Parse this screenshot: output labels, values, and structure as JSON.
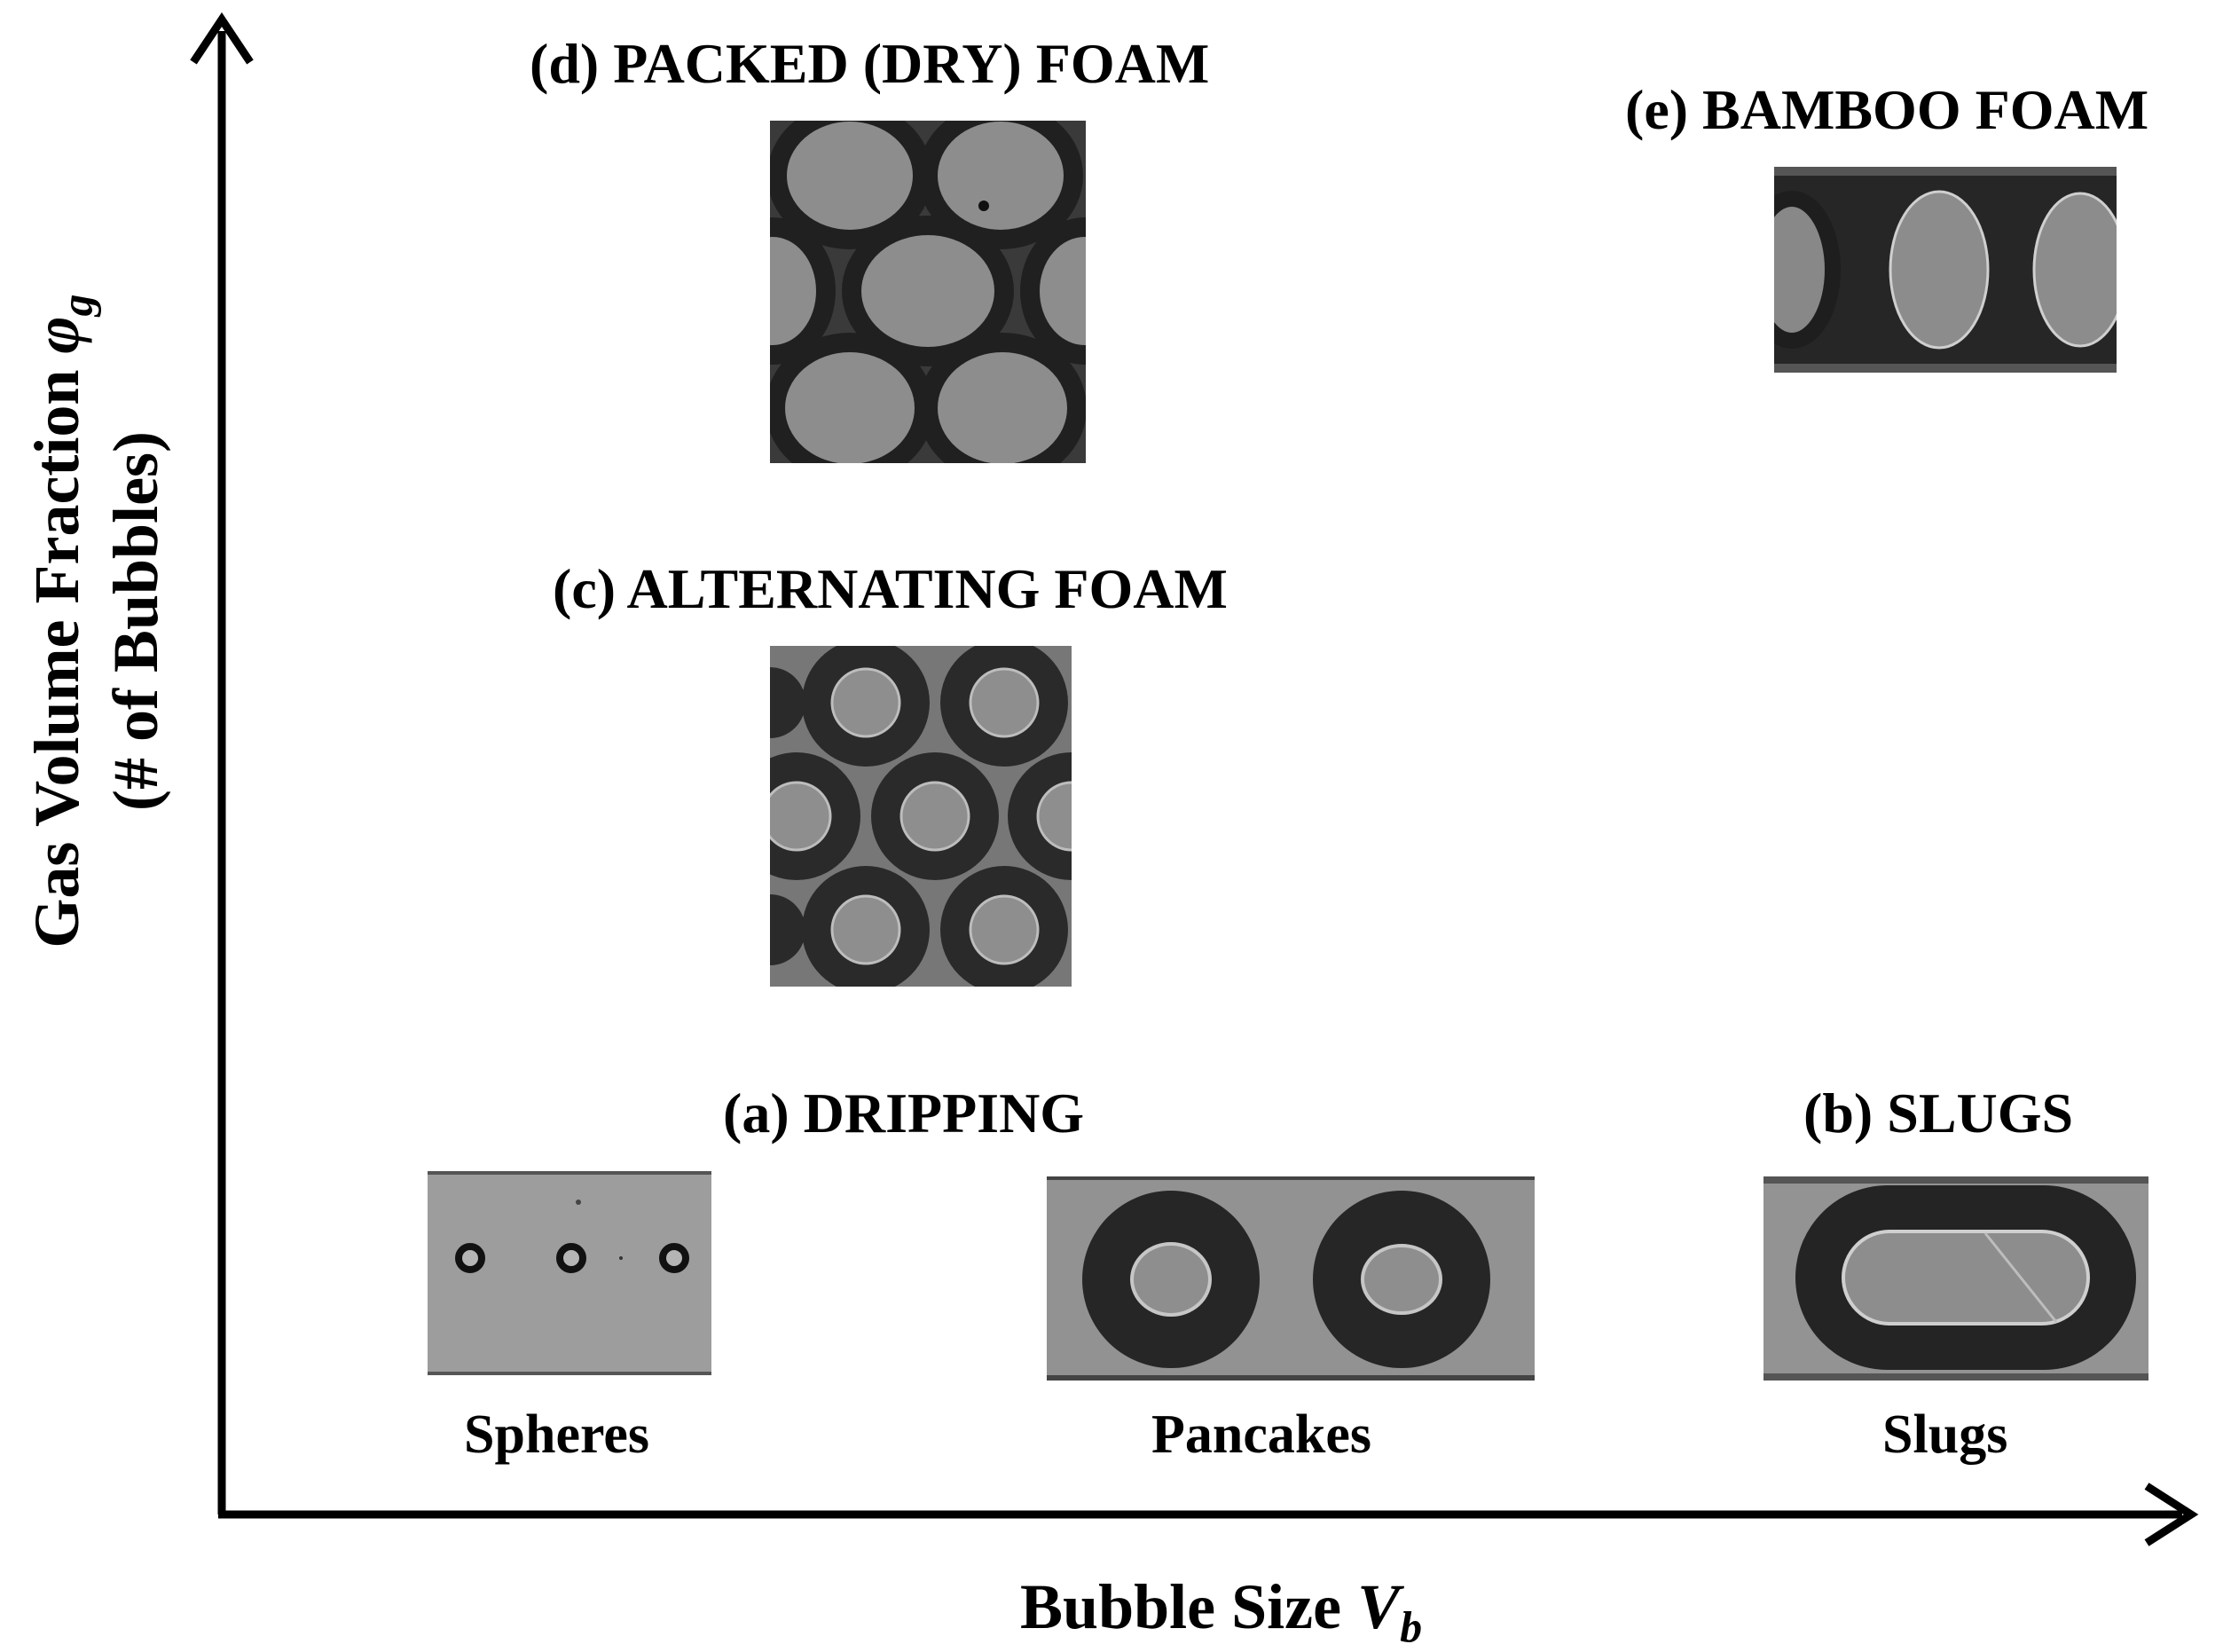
{
  "axes": {
    "y_label_line1": "Gas Volume Fraction",
    "y_symbol": "φ",
    "y_symbol_sub": "g",
    "y_label_line2": "(# of Bubbles)",
    "x_label": "Bubble Size",
    "x_symbol": "V",
    "x_symbol_sub": "b"
  },
  "regimes": {
    "dripping": "(a) DRIPPING",
    "slugs": "(b) SLUGS",
    "alternating": "(c) ALTERNATING FOAM",
    "packed": "(d) PACKED (DRY) FOAM",
    "bamboo": "(e) BAMBOO FOAM"
  },
  "captions": {
    "spheres": "Spheres",
    "pancakes": "Pancakes",
    "slugs": "Slugs"
  },
  "colors": {
    "ink": "#000000",
    "photo_bg": "#8c8c8c",
    "bubble_ring": "#2b2b2b",
    "bubble_core": "#8a8a8a"
  }
}
